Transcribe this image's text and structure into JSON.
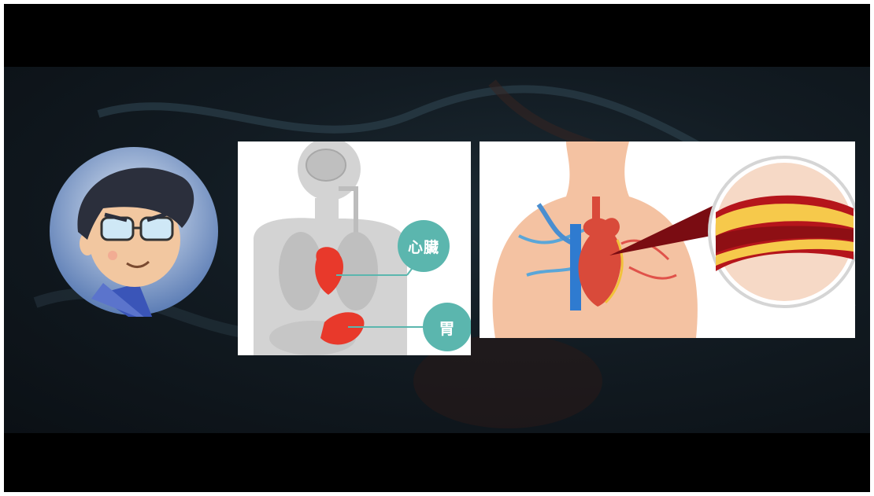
{
  "labels": {
    "heart": "心臟",
    "stomach": "胃"
  },
  "icons": {
    "avatar": "cartoon-man-with-glasses",
    "organs": "human-body-organs-diagram",
    "heart_artery": "heart-artery-plaque-illustration"
  },
  "colors": {
    "frame": "#000000",
    "label_bubble": "#5bb6ae",
    "organ_red": "#e8392b",
    "body_gray": "#d3d3d3"
  }
}
